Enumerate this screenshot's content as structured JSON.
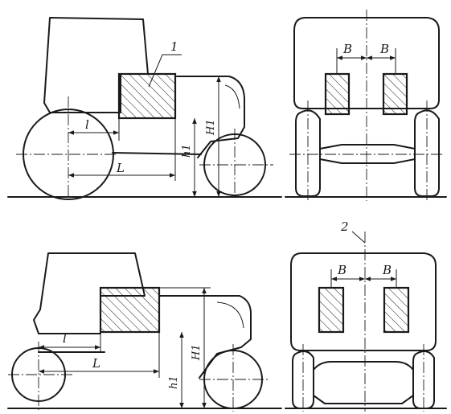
{
  "labels": {
    "ref_1": "1",
    "ref_2": "2",
    "l": "l",
    "L": "L",
    "h1": "h1",
    "H1": "H1",
    "B": "B"
  }
}
